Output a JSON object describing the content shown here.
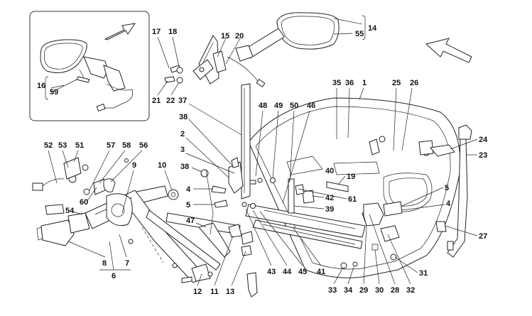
{
  "labels": {
    "l17": "17",
    "l18": "18",
    "l15": "15",
    "l20": "20",
    "l14": "14",
    "l55": "55",
    "l16": "16",
    "l59": "59",
    "l21": "21",
    "l22": "22",
    "l19": "19",
    "l1": "1",
    "l35": "35",
    "l36": "36",
    "l25": "25",
    "l26": "26",
    "l37": "37",
    "l38a": "38",
    "l2": "2",
    "l3": "3",
    "l38b": "38",
    "l48": "48",
    "l49": "49",
    "l50": "50",
    "l46": "46",
    "l24": "24",
    "l23": "23",
    "l52": "52",
    "l53": "53",
    "l51": "51",
    "l57": "57",
    "l58": "58",
    "l56": "56",
    "l9": "9",
    "l10": "10",
    "l4a": "4",
    "l5a": "5",
    "l40": "40",
    "l42": "42",
    "l61": "61",
    "l39": "39",
    "l5b": "5",
    "l4b": "4",
    "l27": "27",
    "l60": "60",
    "l54": "54",
    "l47": "47",
    "l8": "8",
    "l7": "7",
    "l6": "6",
    "l12": "12",
    "l11": "11",
    "l13": "13",
    "l43": "43",
    "l44": "44",
    "l45": "45",
    "l41": "41",
    "l33": "33",
    "l34": "34",
    "l29": "29",
    "l30": "30",
    "l28": "28",
    "l32": "32",
    "l31": "31"
  },
  "icons": {
    "orientation_arrow_inset": "direction-arrow-icon",
    "orientation_arrow_main": "direction-arrow-icon"
  },
  "colors": {
    "ink": "#222222",
    "background": "#ffffff"
  }
}
